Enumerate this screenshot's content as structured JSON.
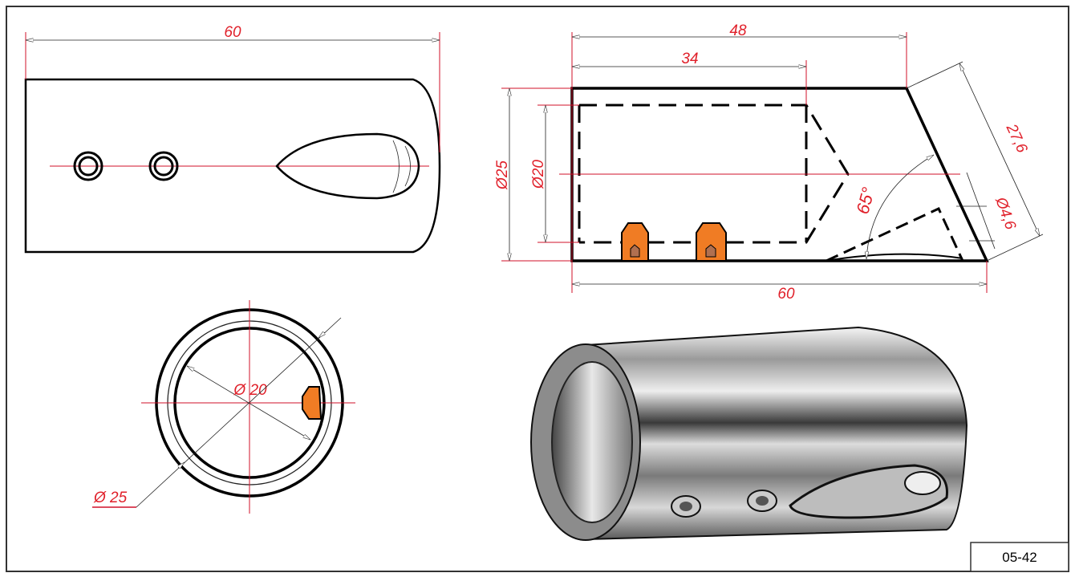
{
  "drawing": {
    "number": "05-42",
    "side_view": {
      "length_label": "60"
    },
    "section_view": {
      "labels": {
        "len48": "48",
        "len34": "34",
        "dia25": "Ø25",
        "dia20": "Ø20",
        "len60": "60",
        "slant": "27,6",
        "angle": "65°",
        "hole": "Ø4,6"
      }
    },
    "end_view": {
      "inner_dia": "Ø 20",
      "outer_dia": "Ø 25"
    },
    "colors": {
      "dimension": "#e0202a",
      "insert": "#f07c24",
      "outline": "#000000"
    }
  }
}
